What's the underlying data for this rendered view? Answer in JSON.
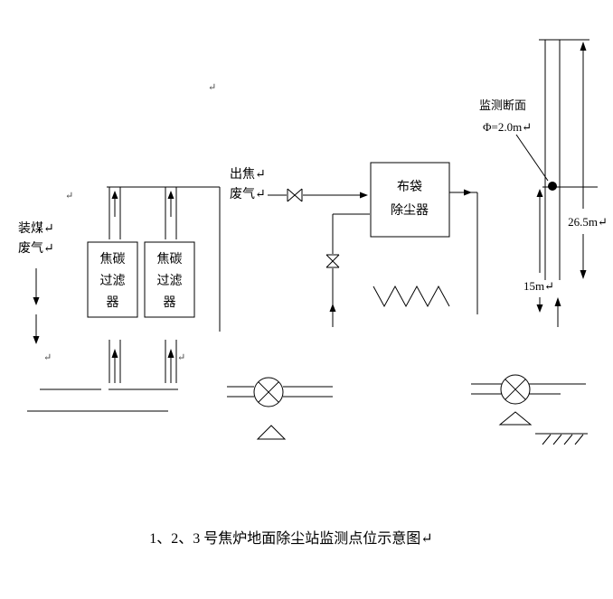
{
  "page": {
    "caption": "1、2、3 号焦炉地面除尘站监测点位示意图↵"
  },
  "labels": {
    "coal_gas_line1": "装煤↵",
    "coal_gas_line2": "废气↵",
    "coke_gas_line1": "出焦↵",
    "coke_gas_line2": "废气↵",
    "filter1_line1": "焦碳",
    "filter1_line2": "过滤",
    "filter1_line3": "器",
    "filter2_line1": "焦碳",
    "filter2_line2": "过滤",
    "filter2_line3": "器",
    "baghouse_line1": "布袋",
    "baghouse_line2": "除尘器",
    "monitor_section_line1": "监测断面",
    "monitor_section_line2": "Φ=2.0m↵",
    "dim_total_height": "26.5m↵",
    "dim_monitor_height": "15m↵",
    "pilcrow": "↵"
  },
  "colors": {
    "line": "#000000",
    "text": "#000000"
  }
}
